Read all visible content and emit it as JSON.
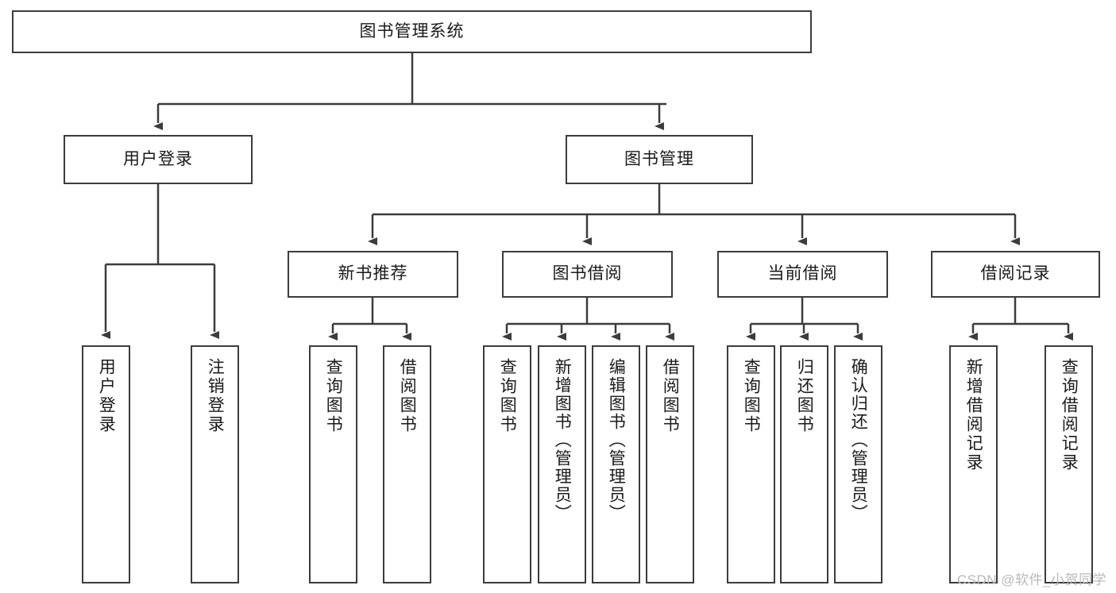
{
  "diagram": {
    "type": "hierarchy-tree",
    "title": "图书管理系统",
    "colors": {
      "stroke": "#3c3c3c",
      "fill": "#ffffff",
      "text": "#1a1a1a",
      "watermark": "#b9b9b9"
    },
    "root": {
      "label": "图书管理系统"
    },
    "level2": [
      {
        "label": "用户登录"
      },
      {
        "label": "图书管理"
      }
    ],
    "level3": [
      {
        "label": "新书推荐"
      },
      {
        "label": "图书借阅"
      },
      {
        "label": "当前借阅"
      },
      {
        "label": "借阅记录"
      }
    ],
    "leaves": {
      "user_login": [
        {
          "label": "用户登录"
        },
        {
          "label": "注销登录"
        }
      ],
      "new_book_recommend": [
        {
          "label": "查询图书"
        },
        {
          "label": "借阅图书"
        }
      ],
      "book_borrow": [
        {
          "label": "查询图书"
        },
        {
          "label": "新增图书（管理员）"
        },
        {
          "label": "编辑图书（管理员）"
        },
        {
          "label": "借阅图书"
        }
      ],
      "current_borrow": [
        {
          "label": "查询图书"
        },
        {
          "label": "归还图书"
        },
        {
          "label": "确认归还（管理员）"
        }
      ],
      "borrow_record": [
        {
          "label": "新增借阅记录"
        },
        {
          "label": "查询借阅记录"
        }
      ]
    }
  },
  "watermark": {
    "text": "CSDN @软件_小贺同学"
  }
}
